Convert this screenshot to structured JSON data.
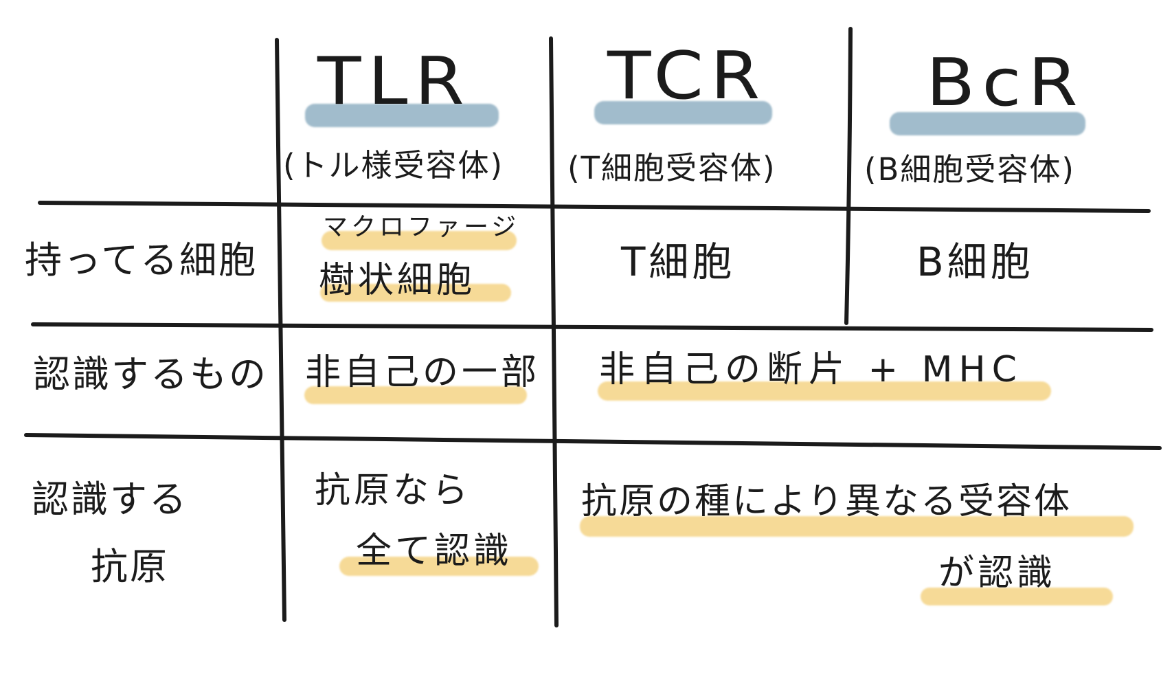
{
  "columns": [
    {
      "id": "tlr",
      "acronym": "TLR",
      "full_name": "(トル様受容体)"
    },
    {
      "id": "tcr",
      "acronym": "TCR",
      "full_name": "(T細胞受容体)"
    },
    {
      "id": "bcr",
      "acronym": "BcR",
      "full_name": "(B細胞受容体)"
    }
  ],
  "rows": {
    "cells_having": {
      "label": "持ってる細胞",
      "tlr": [
        "マクロファージ",
        "樹状細胞"
      ],
      "tcr": "T細胞",
      "bcr": "B細胞"
    },
    "recognizes": {
      "label": "認識するもの",
      "tlr": "非自己の一部",
      "tcr_bcr": "非自己の断片 + MHC"
    },
    "antigens": {
      "label": [
        "認識する",
        "抗原"
      ],
      "tlr": [
        "抗原なら",
        "全て認識"
      ],
      "tcr_bcr": [
        "抗原の種により異なる受容体",
        "が認識"
      ]
    }
  },
  "colors": {
    "ink": "#1b1b1b",
    "highlight_blue": "#7da2b9",
    "highlight_yellow": "#f4d280",
    "background": "#ffffff"
  }
}
